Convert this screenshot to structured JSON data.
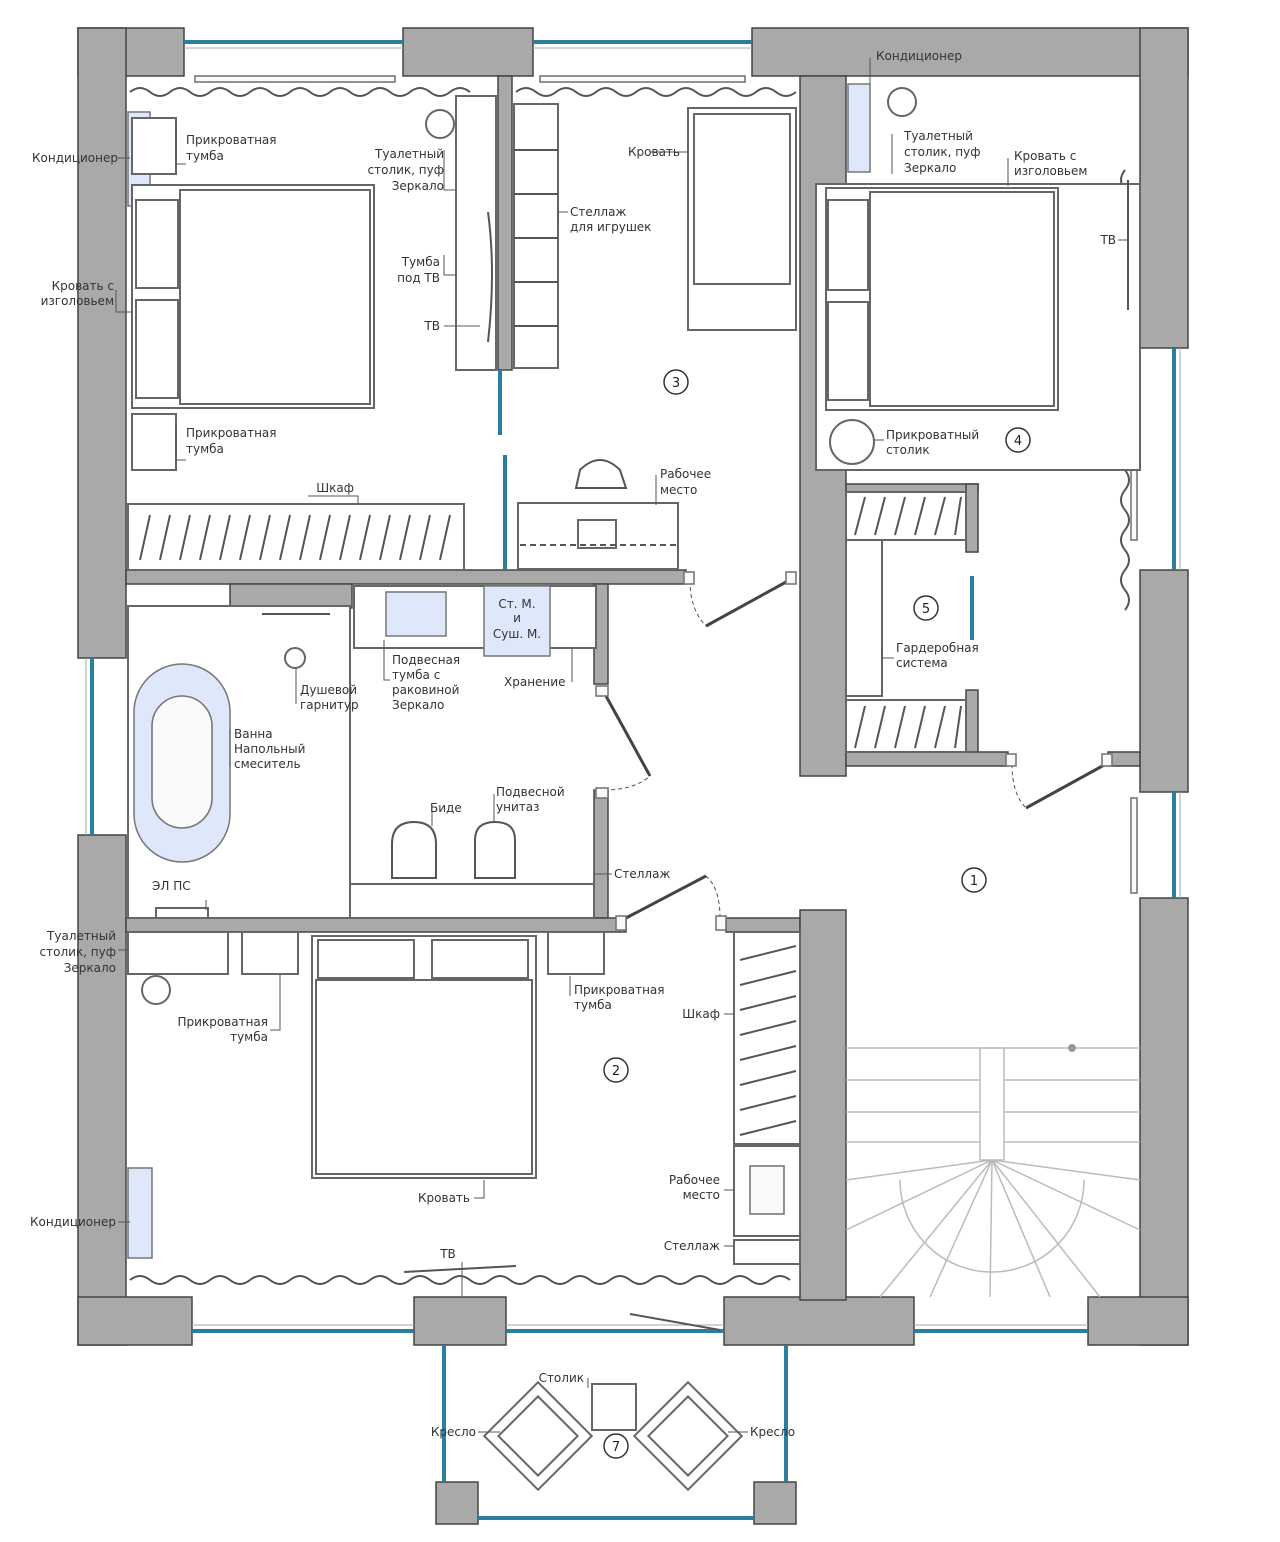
{
  "rooms": [
    "1",
    "2",
    "3",
    "4",
    "5",
    "7"
  ],
  "labels": {
    "ac_left_top": "Кондиционер",
    "nightstand_tl1_a": "Прикроватная",
    "nightstand_tl1_b": "тумба",
    "dressing_tl_a": "Туалетный",
    "dressing_tl_b": "столик, пуф",
    "dressing_tl_c": "Зеркало",
    "bed_headboard_tl_a": "Кровать с",
    "bed_headboard_tl_b": "изголовьем",
    "tv_stand_a": "Тумба",
    "tv_stand_b": "под ТВ",
    "tv_tl": "ТВ",
    "nightstand_tl2_a": "Прикроватная",
    "nightstand_tl2_b": "тумба",
    "wardrobe_tl": "Шкаф",
    "bed_r3": "Кровать",
    "toy_shelf_a": "Стеллаж",
    "toy_shelf_b": "для игрушек",
    "workplace_r3_a": "Рабочее",
    "workplace_r3_b": "место",
    "ac_r4": "Кондиционер",
    "dressing_r4_a": "Туалетный",
    "dressing_r4_b": "столик, пуф",
    "dressing_r4_c": "Зеркало",
    "bed_headboard_r4_a": "Кровать с",
    "bed_headboard_r4_b": "изголовьем",
    "tv_r4": "ТВ",
    "bedside_table_r4_a": "Прикроватный",
    "bedside_table_r4_b": "столик",
    "wardrobe_system_a": "Гардеробная",
    "wardrobe_system_b": "система",
    "washer_a": "Ст. М.",
    "washer_b": "и",
    "washer_c": "Суш. М.",
    "sink_a": "Подвесная",
    "sink_b": "тумба с",
    "sink_c": "раковиной",
    "sink_d": "Зеркало",
    "storage": "Хранение",
    "shower_a": "Душевой",
    "shower_b": "гарнитур",
    "bath_a": "Ванна",
    "bath_b": "Напольный",
    "bath_c": "смеситель",
    "bidet": "Биде",
    "toilet_a": "Подвесной",
    "toilet_b": "унитаз",
    "shelf_bath": "Стеллаж",
    "heater": "ЭЛ ПС",
    "dressing_r2_a": "Туалетный",
    "dressing_r2_b": "столик, пуф",
    "dressing_r2_c": "Зеркало",
    "nightstand_r2l_a": "Прикроватная",
    "nightstand_r2l_b": "тумба",
    "nightstand_r2r_a": "Прикроватная",
    "nightstand_r2r_b": "тумба",
    "wardrobe_r2": "Шкаф",
    "workplace_r2_a": "Рабочее",
    "workplace_r2_b": "место",
    "shelf_r2": "Стеллаж",
    "ac_r2": "Кондиционер",
    "bed_r2": "Кровать",
    "tv_r2": "ТВ",
    "table_balcony": "Столик",
    "armchair_l": "Кресло",
    "armchair_r": "Кресло"
  },
  "colors": {
    "wall": "#a9a9a9",
    "window": "#2a7f9e",
    "glass": "#dfe8fb"
  }
}
